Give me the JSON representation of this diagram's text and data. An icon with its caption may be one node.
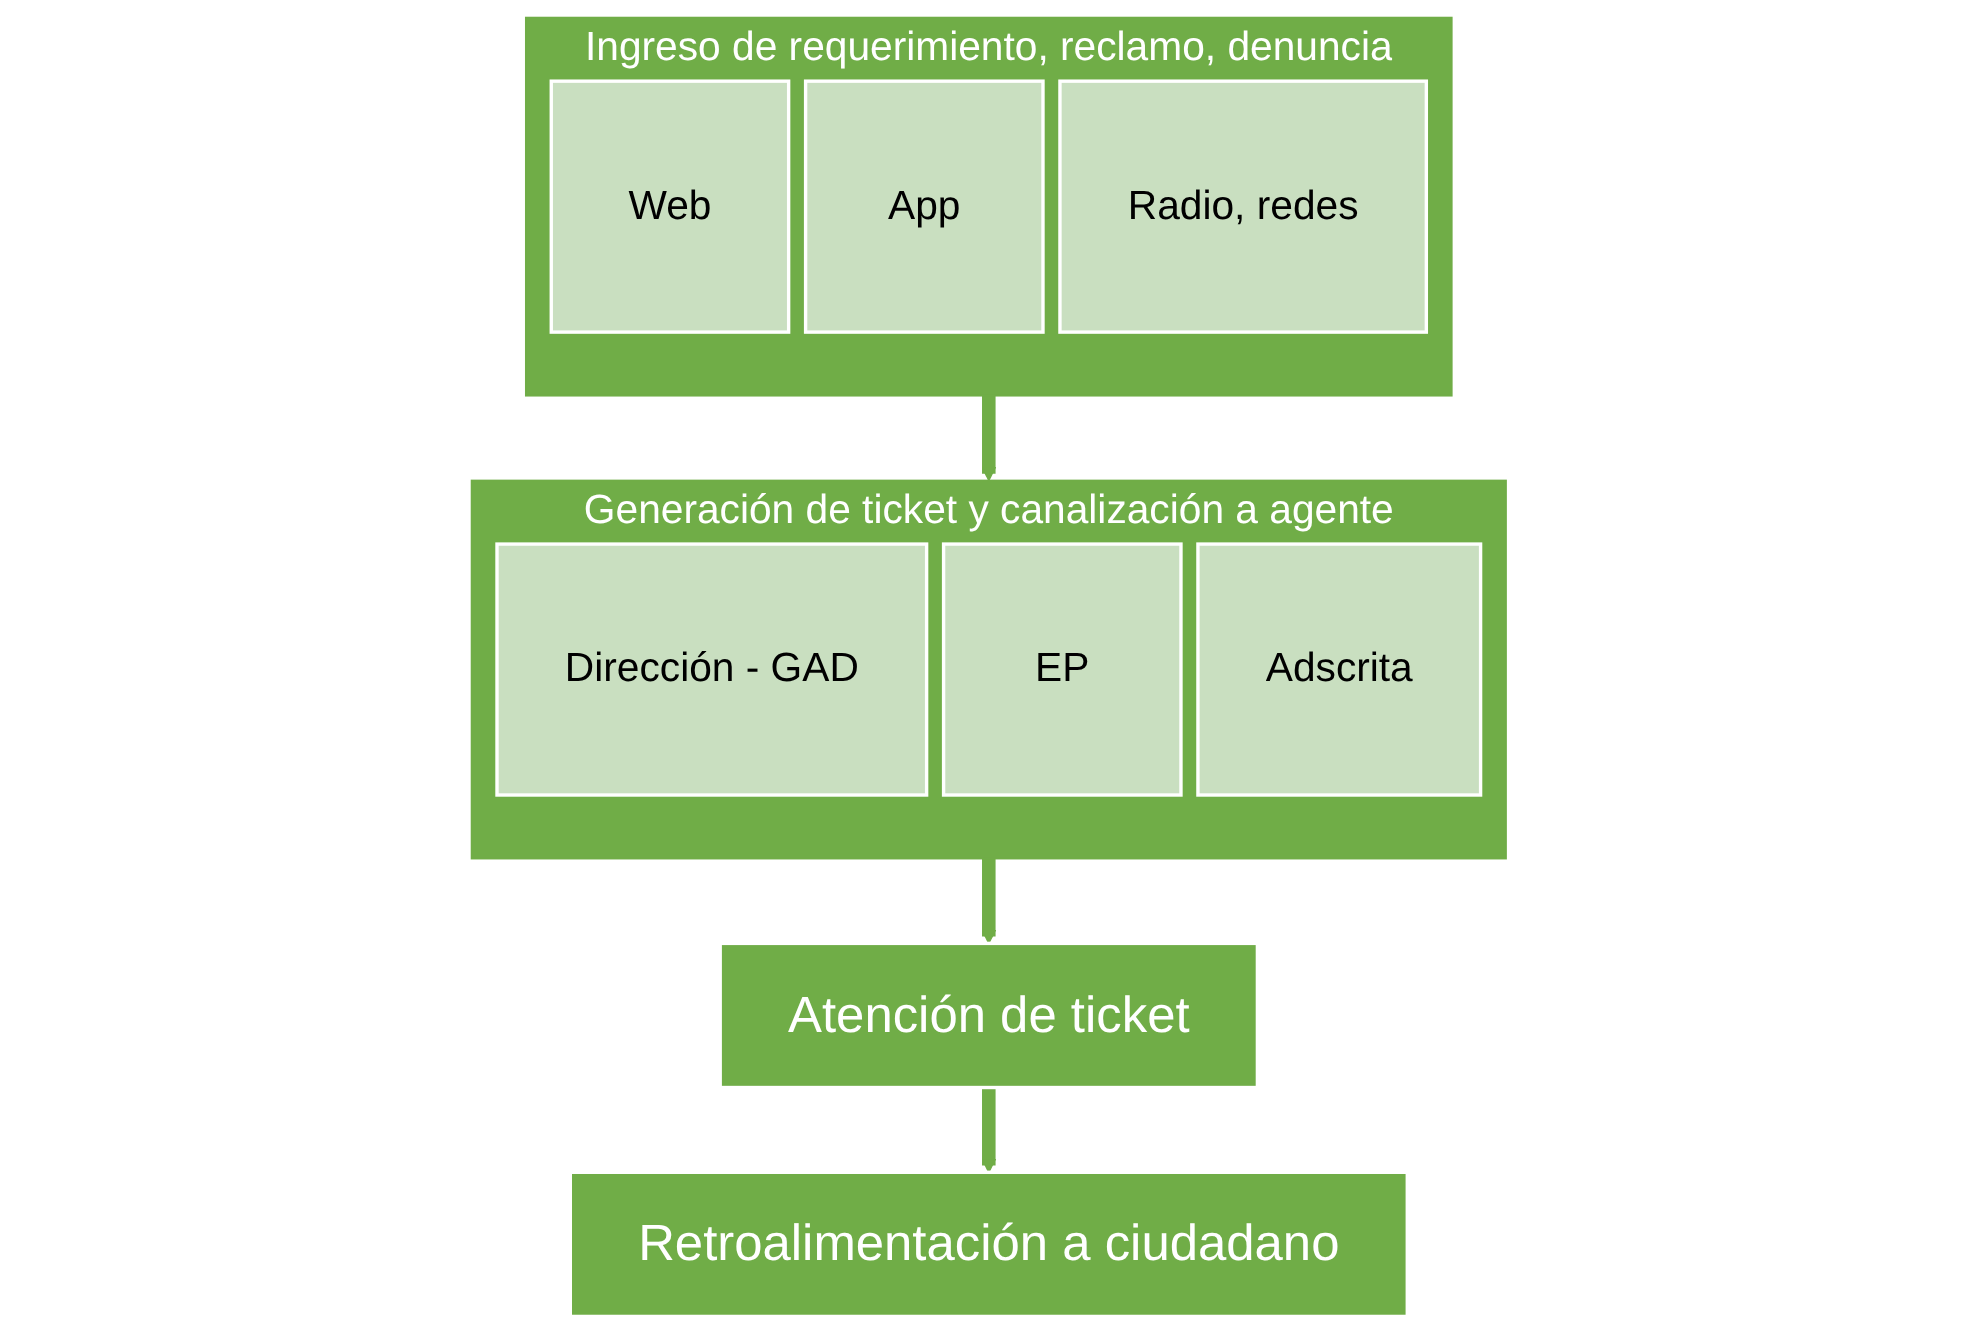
{
  "diagram": {
    "nodes": [
      {
        "text": [
          "Ingreso de requerimiento, reclamo, denuncia"
        ]
      },
      {
        "text": [
          "Web"
        ],
        "in": 0
      },
      {
        "text": [
          "App"
        ],
        "in": 0
      },
      {
        "text": [
          "Radio, redes"
        ],
        "in": 0
      },
      {
        "text": [
          "Generación de ticket y canalización a agente"
        ]
      },
      {
        "text": [
          "Dirección - GAD"
        ],
        "in": 4
      },
      {
        "text": [
          "EP"
        ],
        "in": 4
      },
      {
        "text": [
          "Adscrita"
        ],
        "in": 4
      },
      {
        "text": [
          "Atención de ticket"
        ]
      },
      {
        "text": [
          "Retroalimentación a ciudadano"
        ]
      }
    ],
    "edges": [
      {
        "from": 0,
        "to": 4,
        "arrow": "to"
      },
      {
        "from": 4,
        "to": 8,
        "arrow": "to"
      },
      {
        "from": 8,
        "to": 9,
        "arrow": "to"
      }
    ]
  }
}
